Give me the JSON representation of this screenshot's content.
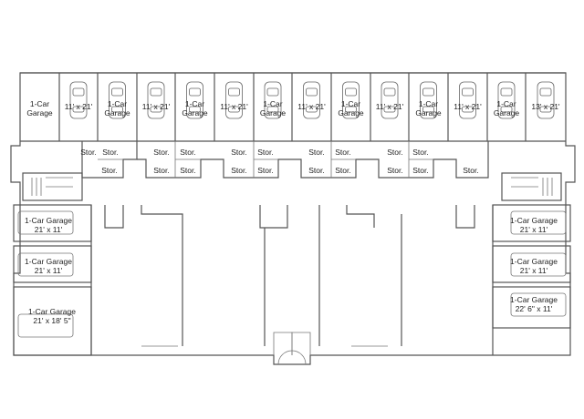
{
  "top_bays": [
    {
      "type": "label",
      "lines": [
        "1-Car",
        "Garage"
      ]
    },
    {
      "type": "dims",
      "lines": [
        "11' x 21'"
      ]
    },
    {
      "type": "car",
      "lines": [
        "1-Car",
        "Garage"
      ]
    },
    {
      "type": "dims",
      "lines": [
        "11' x 21'"
      ]
    },
    {
      "type": "car",
      "lines": [
        "1-Car",
        "Garage"
      ]
    },
    {
      "type": "dims",
      "lines": [
        "11' x 21'"
      ]
    },
    {
      "type": "car",
      "lines": [
        "1-Car",
        "Garage"
      ]
    },
    {
      "type": "dims",
      "lines": [
        "11' x 21'"
      ]
    },
    {
      "type": "car",
      "lines": [
        "1-Car",
        "Garage"
      ]
    },
    {
      "type": "dims",
      "lines": [
        "11' x 21'"
      ]
    },
    {
      "type": "car",
      "lines": [
        "1-Car",
        "Garage"
      ]
    },
    {
      "type": "dims",
      "lines": [
        "11' x 21'"
      ]
    },
    {
      "type": "car",
      "lines": [
        "1-Car",
        "Garage"
      ]
    },
    {
      "type": "dims",
      "lines": [
        "13' x 21'"
      ]
    }
  ],
  "storage_label": "Stor.",
  "side_garages": [
    {
      "side": "left",
      "title": "1-Car Garage",
      "dims": "21' x 11'"
    },
    {
      "side": "left",
      "title": "1-Car Garage",
      "dims": "21' x 11'"
    },
    {
      "side": "left",
      "title": "1-Car Garage",
      "dims": "21' x 18' 5\""
    },
    {
      "side": "right",
      "title": "1-Car Garage",
      "dims": "21' x 11'"
    },
    {
      "side": "right",
      "title": "1-Car Garage",
      "dims": "21' x 11'"
    },
    {
      "side": "right",
      "title": "1-Car Garage",
      "dims": "22' 6\" x 11'"
    }
  ]
}
